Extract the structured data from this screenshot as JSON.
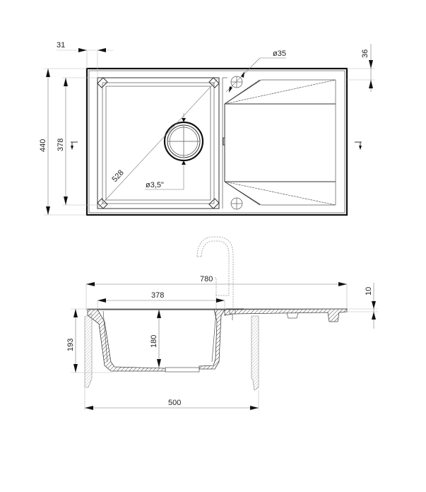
{
  "title": "Kitchen sink technical drawing",
  "top_view": {
    "dims": {
      "flange_offset": "31",
      "tap_hole": "ø35",
      "tap_hole_offset": "36",
      "overall_depth": "440",
      "bowl_depth": "378",
      "diagonal": "528",
      "drain": "ø3,5\""
    }
  },
  "side_view": {
    "dims": {
      "overall_width": "780",
      "bowl_width": "378",
      "bowl_height": "180",
      "total_height": "193",
      "cabinet_width": "500",
      "rim_thickness": "10"
    }
  },
  "colors": {
    "line": "#111111",
    "dimension": "#777777",
    "background": "#ffffff"
  }
}
